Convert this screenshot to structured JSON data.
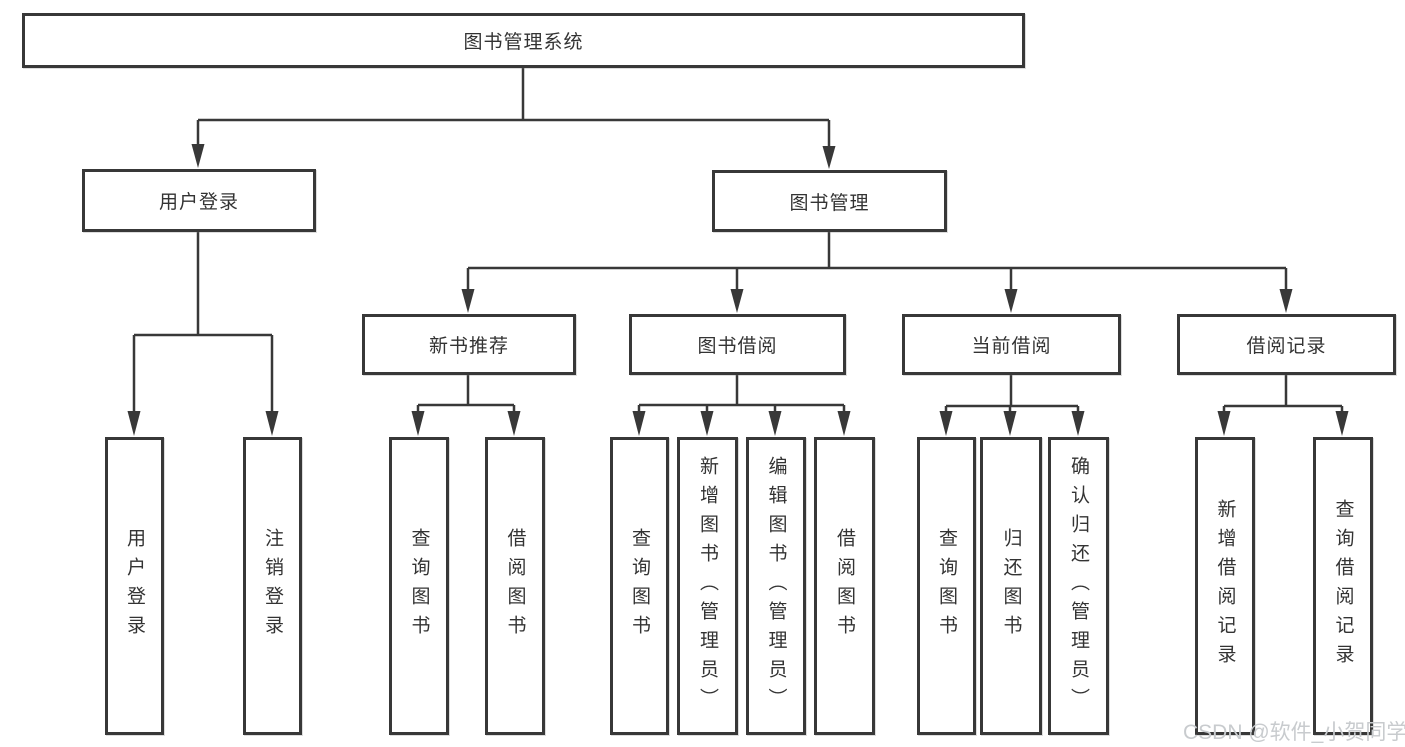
{
  "nodes": {
    "root": "图书管理系统",
    "l2": [
      "用户登录",
      "图书管理"
    ],
    "l3": [
      "新书推荐",
      "图书借阅",
      "当前借阅",
      "借阅记录"
    ],
    "l4": [
      "用户登录",
      "注销登录",
      "查询图书",
      "借阅图书",
      "查询图书",
      "新增图书（管理员）",
      "编辑图书（管理员）",
      "借阅图书",
      "查询图书",
      "归还图书",
      "确认归还（管理员）",
      "新增借阅记录",
      "查询借阅记录"
    ]
  },
  "edges": [
    {
      "parent": "图书管理系统",
      "children": [
        "用户登录",
        "图书管理"
      ]
    },
    {
      "parent": "用户登录",
      "children": [
        "用户登录",
        "注销登录"
      ]
    },
    {
      "parent": "图书管理",
      "children": [
        "新书推荐",
        "图书借阅",
        "当前借阅",
        "借阅记录"
      ]
    },
    {
      "parent": "新书推荐",
      "children": [
        "查询图书",
        "借阅图书"
      ]
    },
    {
      "parent": "图书借阅",
      "children": [
        "查询图书",
        "新增图书（管理员）",
        "编辑图书（管理员）",
        "借阅图书"
      ]
    },
    {
      "parent": "当前借阅",
      "children": [
        "查询图书",
        "归还图书",
        "确认归还（管理员）"
      ]
    },
    {
      "parent": "借阅记录",
      "children": [
        "新增借阅记录",
        "查询借阅记录"
      ]
    }
  ],
  "watermark": "CSDN @软件_小贺同学",
  "colors": {
    "line": "#383838",
    "text": "#333333",
    "background": "#ffffff",
    "watermark": "#c8cbce"
  }
}
